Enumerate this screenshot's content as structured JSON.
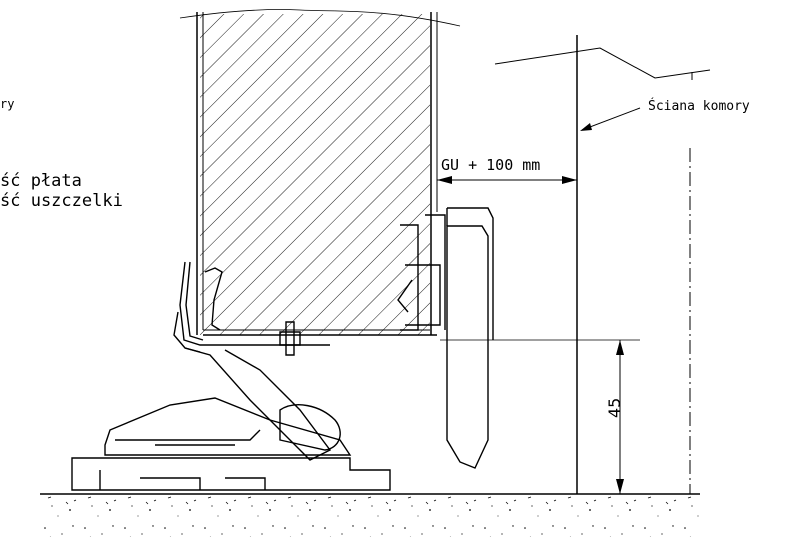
{
  "labels": {
    "chamber_wall_left": "ry",
    "chamber_wall": "Ściana komory",
    "gap_dimension": "GU + 100 mm",
    "panel_thickness": "ść płata",
    "seal_thickness": "ść uszczelki",
    "height_dimension": "45"
  },
  "colors": {
    "line": "#000000",
    "hatch": "#000000",
    "background": "#ffffff"
  }
}
